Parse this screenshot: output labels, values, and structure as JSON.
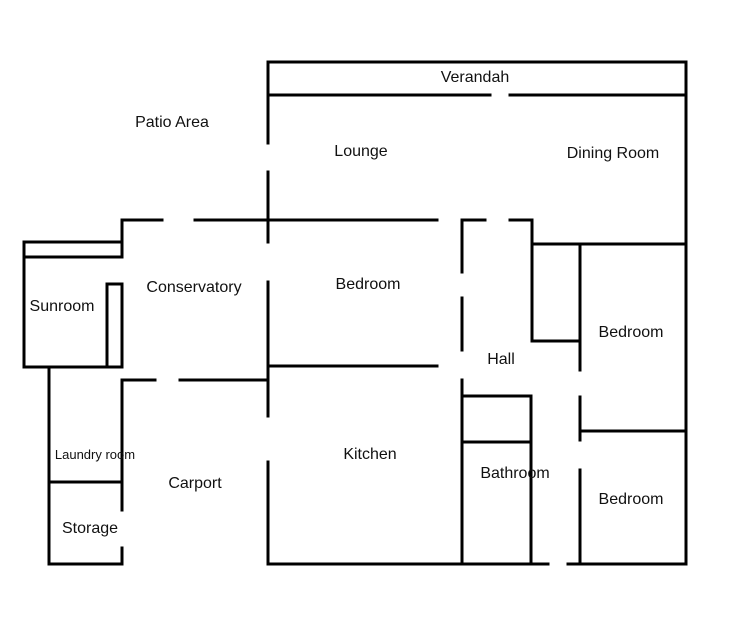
{
  "rooms": {
    "verandah": "Verandah",
    "patio_area": "Patio Area",
    "lounge": "Lounge",
    "dining_room": "Dining Room",
    "conservatory": "Conservatory",
    "sunroom": "Sunroom",
    "bedroom_main": "Bedroom",
    "hall": "Hall",
    "bedroom_east_upper": "Bedroom",
    "laundry_room": "Laundry room",
    "carport": "Carport",
    "kitchen": "Kitchen",
    "bathroom": "Bathroom",
    "bedroom_east_lower": "Bedroom",
    "storage": "Storage"
  },
  "colors": {
    "wall": "#000000",
    "label": "#111111",
    "background": "#ffffff"
  }
}
